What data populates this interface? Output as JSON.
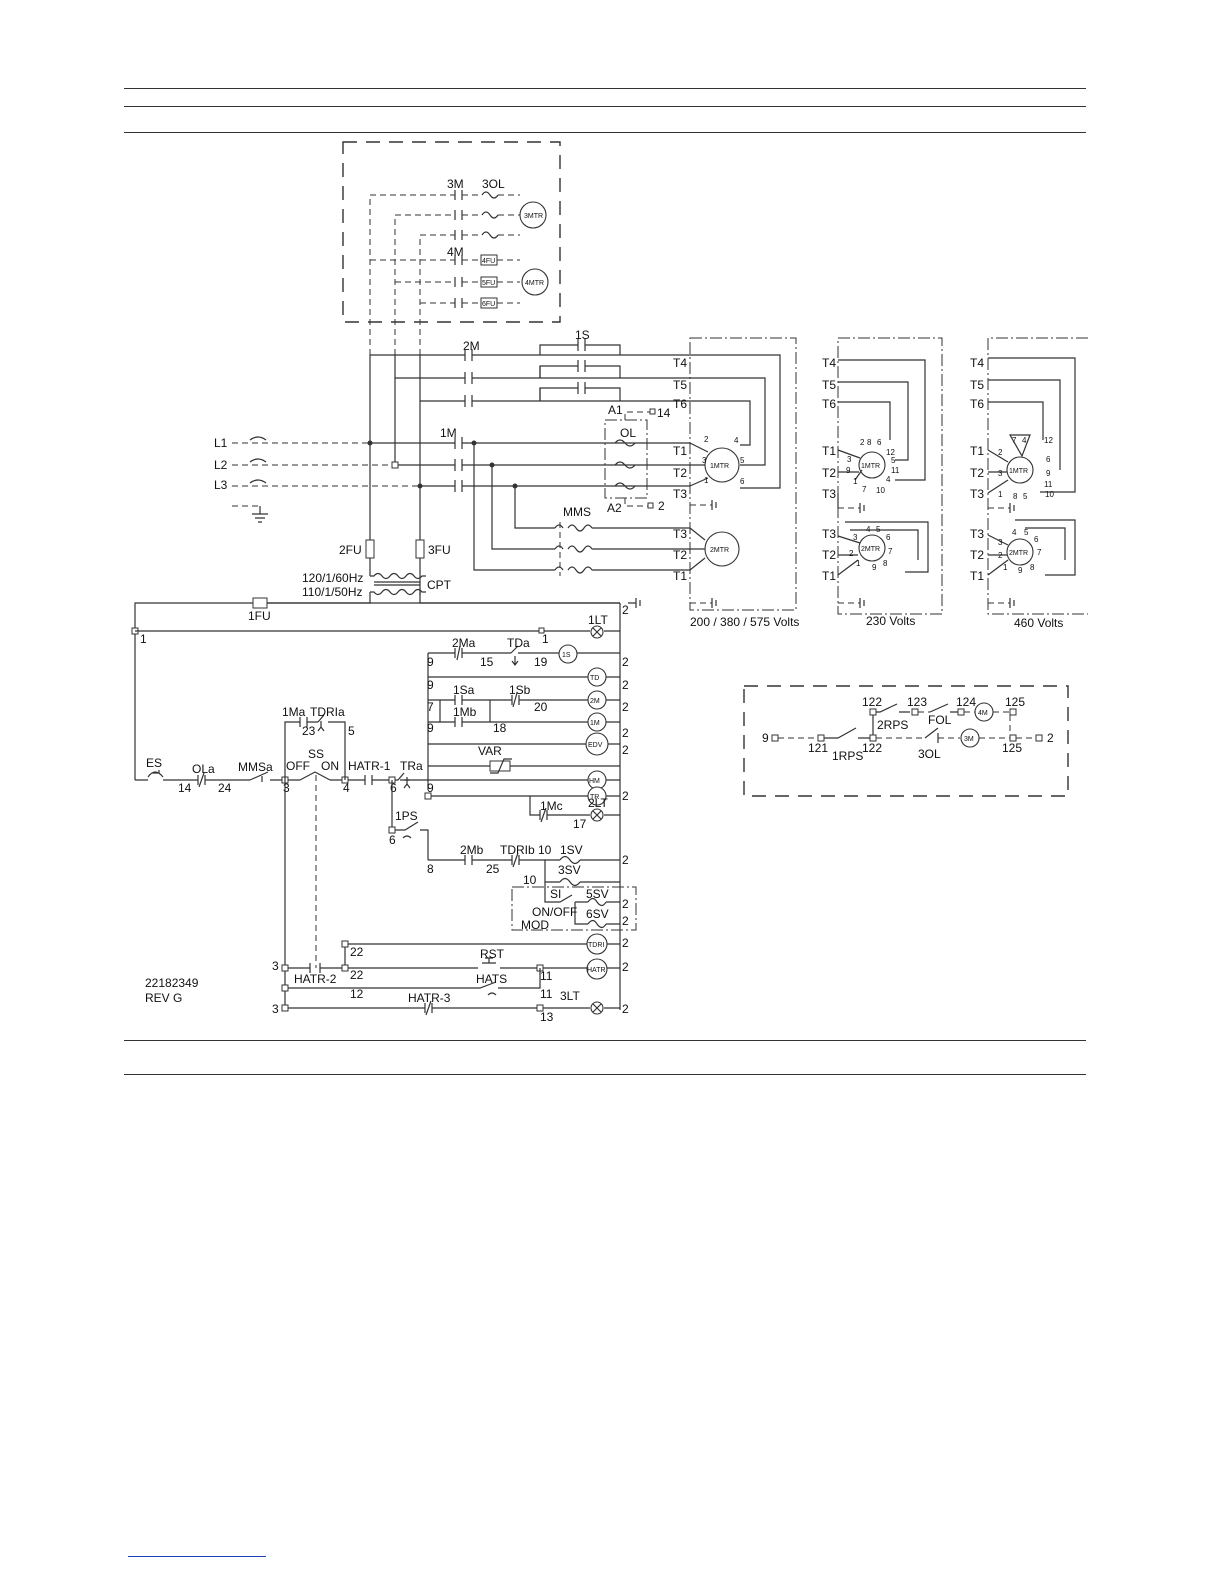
{
  "labels": {
    "m3": "3M",
    "ol3": "3OL",
    "mtr3": "3MTR",
    "m4": "4M",
    "mtr4": "4MTR",
    "fu4": "4FU",
    "fu5": "5FU",
    "fu6": "6FU",
    "m2": "2M",
    "s1": "1S",
    "t4": "T4",
    "t5": "T5",
    "t6": "T6",
    "a1": "A1",
    "n14a": "14",
    "m1": "1M",
    "ol": "OL",
    "l1": "L1",
    "l2": "L2",
    "l3": "L3",
    "t1": "T1",
    "t2": "T2",
    "t3": "T3",
    "a2": "A2",
    "n2a": "2",
    "mms": "MMS",
    "mtr1": "1MTR",
    "mtr2": "2MTR",
    "fu2": "2FU",
    "fu3": "3FU",
    "v60": "120/1/60Hz",
    "v50": "110/1/50Hz",
    "cpt": "CPT",
    "fu1": "1FU",
    "lt1": "1LT",
    "ma2": "2Ma",
    "tda": "TDa",
    "sa1": "1Sa",
    "sb1": "1Sb",
    "mb1": "1Mb",
    "var": "VAR",
    "ma1": "1Ma",
    "tdria": "TDRIa",
    "ss": "SS",
    "off": "OFF",
    "on": "ON",
    "es": "ES",
    "ola": "OLa",
    "mmsa": "MMSa",
    "hatr1": "HATR-1",
    "tra": "TRa",
    "ps1": "1PS",
    "mc1": "1Mc",
    "lt2": "2LT",
    "mb2": "2Mb",
    "tdrib": "TDRIb",
    "sv1": "1SV",
    "sv3": "3SV",
    "si": "SI",
    "sv5": "5SV",
    "onoff": "ON/OFF",
    "sv6": "6SV",
    "mod": "MOD",
    "rst": "RST",
    "hats": "HATS",
    "hatr2": "HATR-2",
    "hatr3": "HATR-3",
    "lt3": "3LT",
    "coil_s": "1S",
    "coil_td": "TD",
    "coil_2m": "2M",
    "coil_1m": "1M",
    "coil_edv": "EDV",
    "coil_hm": "HM",
    "coil_tr": "TR",
    "coil_tdri": "TDRI",
    "coil_hatr": "HATR",
    "v200": "200 / 380 / 575 Volts",
    "v230": "230 Volts",
    "v460": "460 Volts",
    "rps2": "2RPS",
    "fol": "FOL",
    "rps1": "1RPS",
    "ol3b": "3OL",
    "coil_4m": "4M",
    "coil_3m": "3M",
    "docnum": "22182349",
    "rev": "REV G"
  },
  "wire_numbers": {
    "n1": "1",
    "n1b": "1",
    "n2": "2",
    "n2b": "2",
    "n2c": "2",
    "n2d": "2",
    "n2e": "2",
    "n2f": "2",
    "n2g": "2",
    "n2h": "2",
    "n2i": "2",
    "n2j": "2",
    "n2k": "2",
    "n2l": "2",
    "n2m": "2",
    "n3": "3",
    "n3b": "3",
    "n3c": "3",
    "n4": "4",
    "n5": "5",
    "n6": "6",
    "n6b": "6",
    "n7": "7",
    "n8": "8",
    "n9a": "9",
    "n9b": "9",
    "n9c": "9",
    "n9d": "9",
    "n10": "10",
    "n10b": "10",
    "n11": "11",
    "n11b": "11",
    "n12": "12",
    "n13": "13",
    "n14": "14",
    "n15": "15",
    "n17": "17",
    "n18": "18",
    "n19": "19",
    "n20": "20",
    "n22": "22",
    "n22b": "22",
    "n23": "23",
    "n24": "24",
    "n25": "25",
    "i9": "9",
    "i121": "121",
    "i122a": "122",
    "i122b": "122",
    "i123": "123",
    "i124": "124",
    "i125a": "125",
    "i125b": "125",
    "i2": "2"
  },
  "terminals_1mtr": {
    "a": [
      "2",
      "4",
      "3",
      "5",
      "1",
      "6"
    ],
    "b": [
      "2",
      "6",
      "12",
      "3",
      "5",
      "9",
      "11",
      "1",
      "7",
      "4",
      "10",
      "8"
    ],
    "c": [
      "7",
      "4",
      "12",
      "2",
      "6",
      "3",
      "9",
      "11",
      "1",
      "8",
      "5",
      "10"
    ]
  },
  "terminals_2mtr": {
    "b": [
      "4",
      "5",
      "3",
      "6",
      "2",
      "7",
      "1",
      "9",
      "8"
    ],
    "c": [
      "4",
      "5",
      "3",
      "6",
      "2",
      "7",
      "1",
      "9",
      "8"
    ]
  }
}
